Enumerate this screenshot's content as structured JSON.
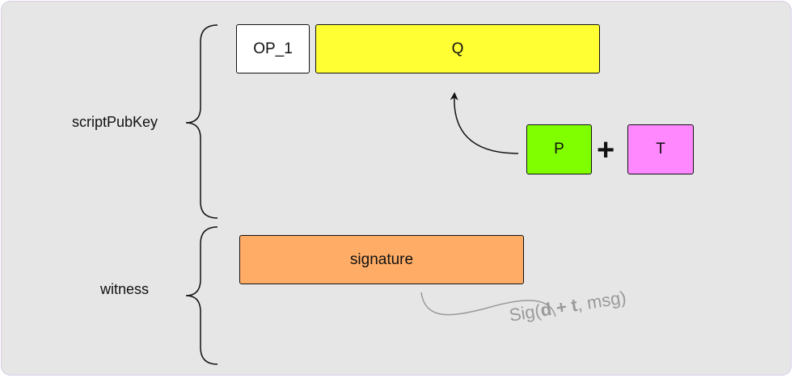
{
  "colors": {
    "panel_bg": "#e6e6e6",
    "op1_fill": "#ffffff",
    "q_fill": "#ffff33",
    "p_fill": "#80ff00",
    "t_fill": "#ff88ff",
    "signature_fill": "#ffad66",
    "annotation_text": "#9a9a9a"
  },
  "labels": {
    "scriptpubkey": "scriptPubKey",
    "witness": "witness"
  },
  "boxes": {
    "op1": "OP_1",
    "q": "Q",
    "p": "P",
    "plus": "+",
    "t": "T",
    "signature": "signature"
  },
  "annotation": {
    "prefix": "Sig(",
    "d": "d",
    "op": " + ",
    "t": "t",
    "suffix": ", msg)"
  }
}
